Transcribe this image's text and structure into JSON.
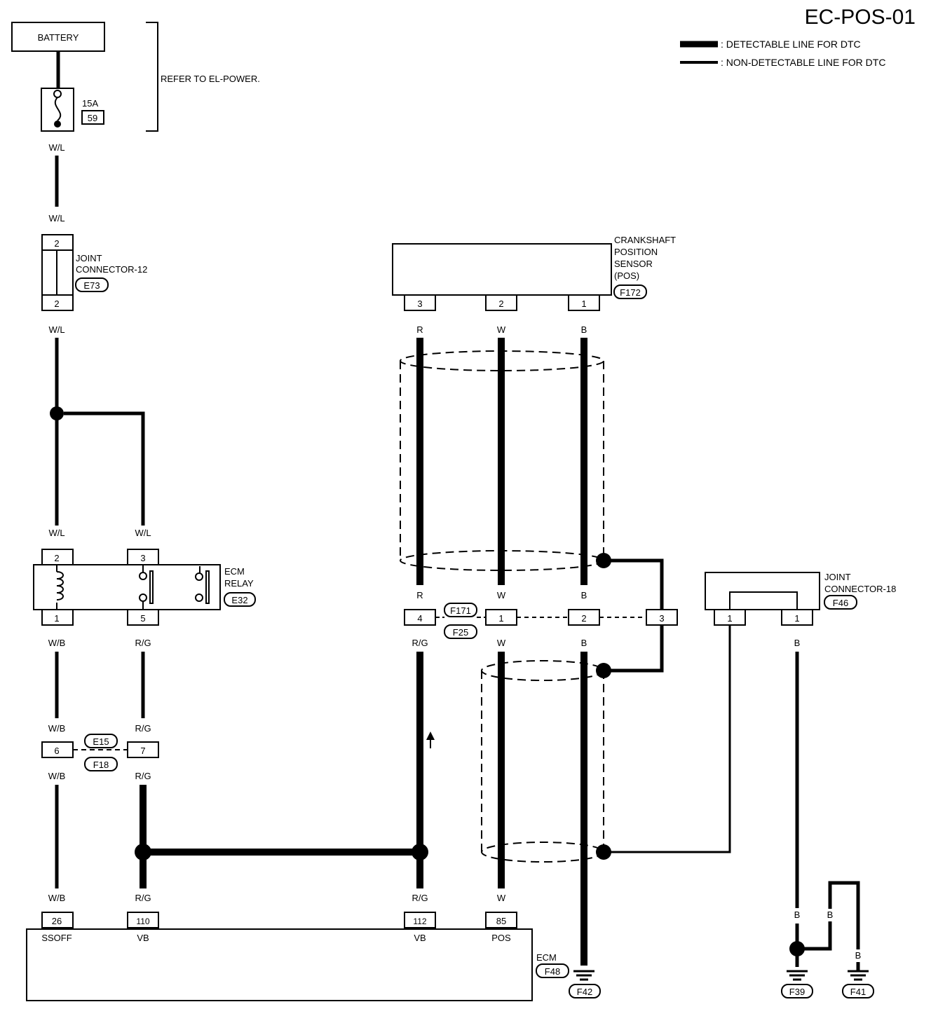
{
  "title": "EC-POS-01",
  "legend": {
    "detectable": ": DETECTABLE LINE FOR DTC",
    "non_detectable": ": NON-DETECTABLE LINE FOR DTC"
  },
  "battery": "BATTERY",
  "refer_note": "REFER TO EL-POWER.",
  "fuse": {
    "rating": "15A",
    "number": "59"
  },
  "wire_colors": {
    "wl": "W/L",
    "wb": "W/B",
    "rg": "R/G",
    "r": "R",
    "w": "W",
    "b": "B"
  },
  "joint_connector_12": {
    "line1": "JOINT",
    "line2": "CONNECTOR-12",
    "code": "E73",
    "pin": "2"
  },
  "ecm_relay": {
    "line1": "ECM",
    "line2": "RELAY",
    "code": "E32",
    "pins": {
      "p2": "2",
      "p3": "3",
      "p1": "1",
      "p5": "5"
    }
  },
  "connector_e15_f18": {
    "code_top": "E15",
    "code_bottom": "F18",
    "pins": {
      "p6": "6",
      "p7": "7"
    }
  },
  "crankshaft_sensor": {
    "line1": "CRANKSHAFT",
    "line2": "POSITION",
    "line3": "SENSOR",
    "line4": "(POS)",
    "code": "F172",
    "pins": {
      "p3": "3",
      "p2": "2",
      "p1": "1"
    }
  },
  "connector_f171_f25": {
    "code_top": "F171",
    "code_bottom": "F25",
    "pins": {
      "p4": "4",
      "p1": "1",
      "p2": "2",
      "p3": "3"
    }
  },
  "joint_connector_18": {
    "line1": "JOINT",
    "line2": "CONNECTOR-18",
    "code": "F46",
    "pin": "1"
  },
  "ecm": {
    "label": "ECM",
    "code": "F48",
    "terminals": [
      {
        "pin": "26",
        "name": "SSOFF"
      },
      {
        "pin": "110",
        "name": "VB"
      },
      {
        "pin": "112",
        "name": "VB"
      },
      {
        "pin": "85",
        "name": "POS"
      }
    ]
  },
  "grounds": {
    "g1": "F42",
    "g2": "F39",
    "g3": "F41"
  }
}
